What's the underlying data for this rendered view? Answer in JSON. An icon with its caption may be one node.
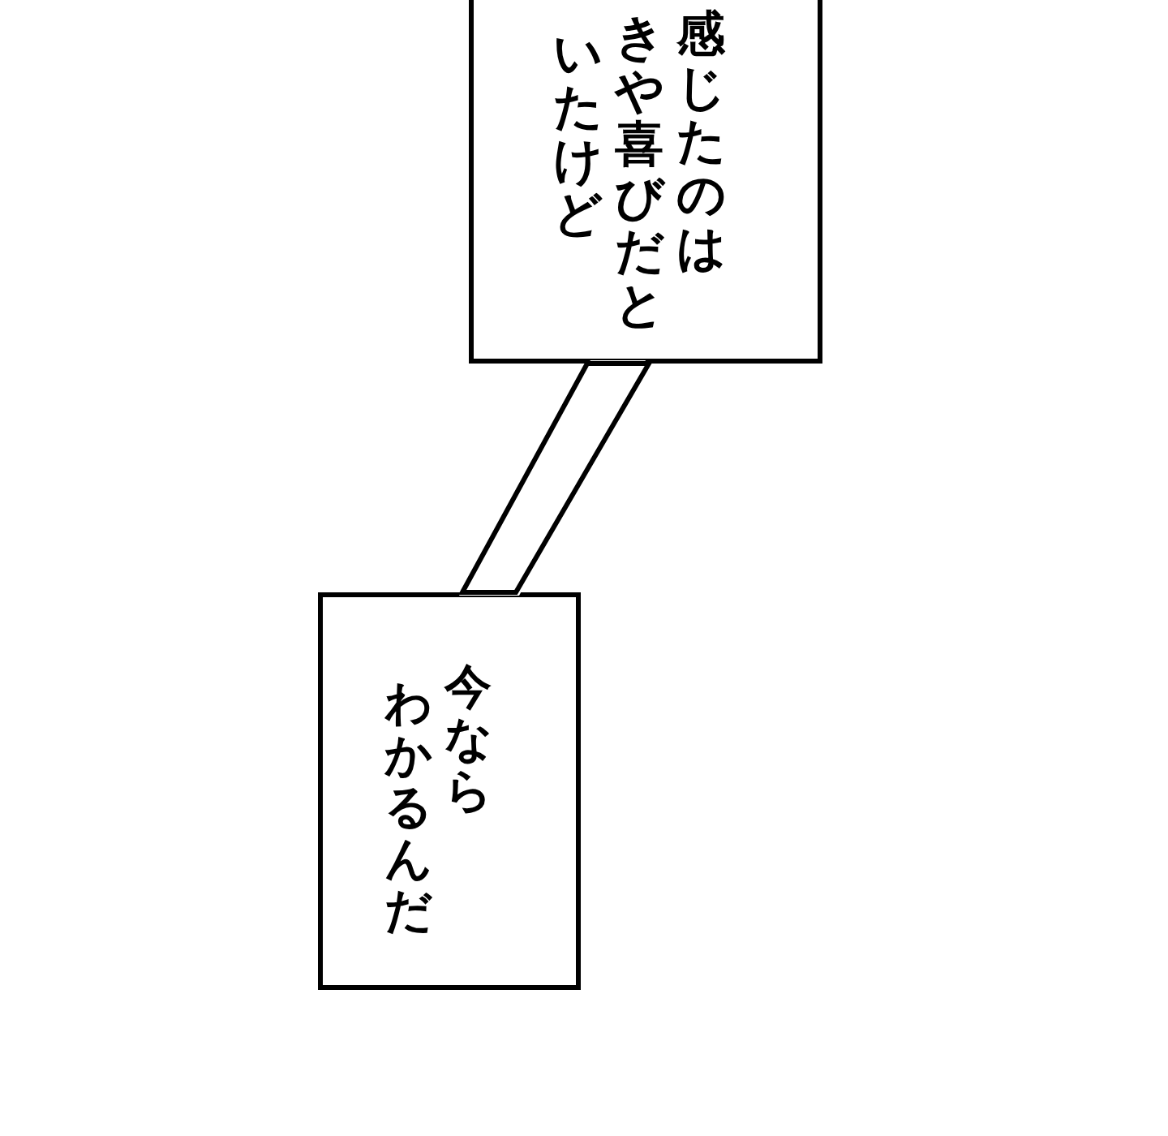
{
  "diagram": {
    "nodes": [
      {
        "text": [
          "感じたのはきや喜びだといたけど"
        ]
      },
      {
        "text": [
          "今ならわかるんだ"
        ]
      }
    ],
    "edges": [
      {
        "from": 0,
        "to": 1,
        "arrow": "none"
      }
    ]
  }
}
